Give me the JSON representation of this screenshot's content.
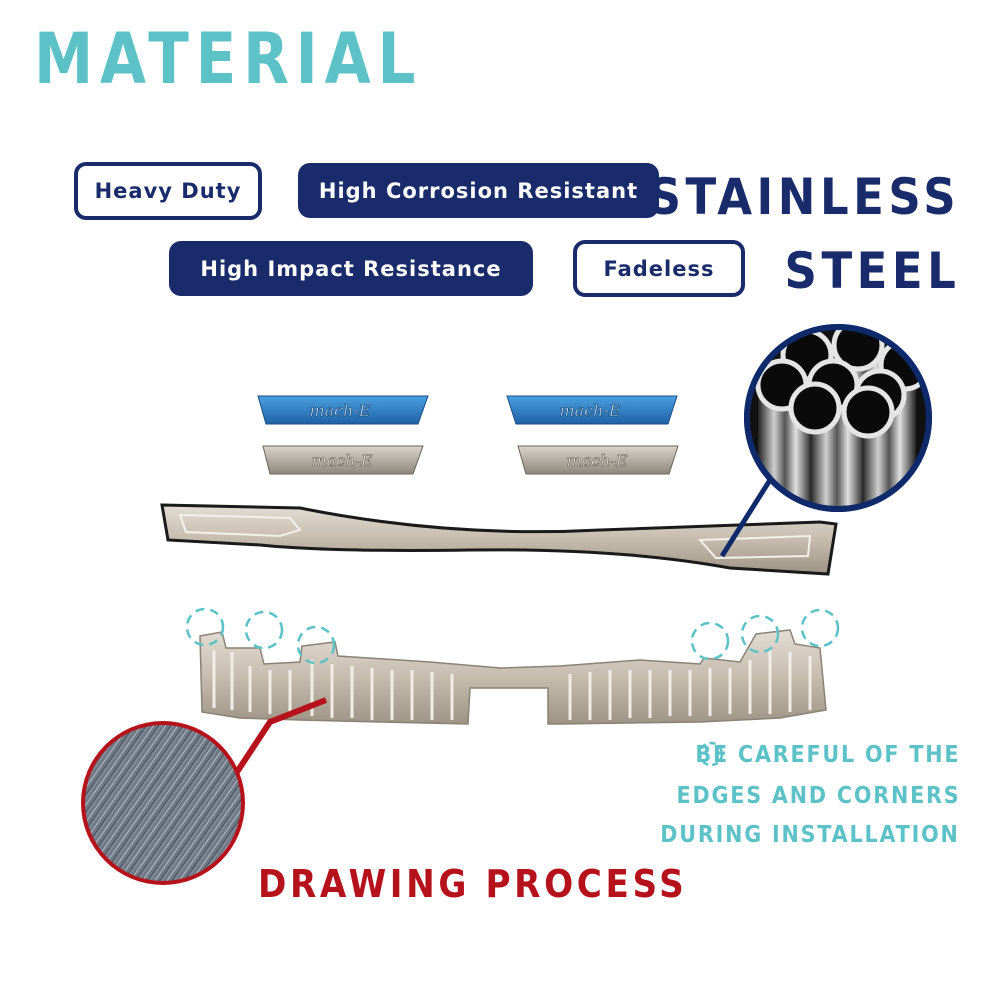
{
  "title": "MATERIAL",
  "badges": {
    "heavy_duty": "Heavy Duty",
    "high_corrosion": "High Corrosion Resistant",
    "high_impact": "High Impact Resistance",
    "fadeless": "Fadeless"
  },
  "material": {
    "line1": "STAINLESS",
    "line2": "STEEL"
  },
  "plate_logo": "mach-E",
  "note": {
    "line1": "BE CAREFUL OF THE",
    "line2": "EDGES AND CORNERS",
    "line3": "DURING INSTALLATION"
  },
  "drawing_label": "DRAWING PROCESS",
  "colors": {
    "teal": "#5cc2c8",
    "navy": "#1a2b6b",
    "red": "#b5121b",
    "blue_plate": "#2f7fc6",
    "steel": "#c8bfb3"
  },
  "icons": [
    "dashed-circle-icon"
  ]
}
